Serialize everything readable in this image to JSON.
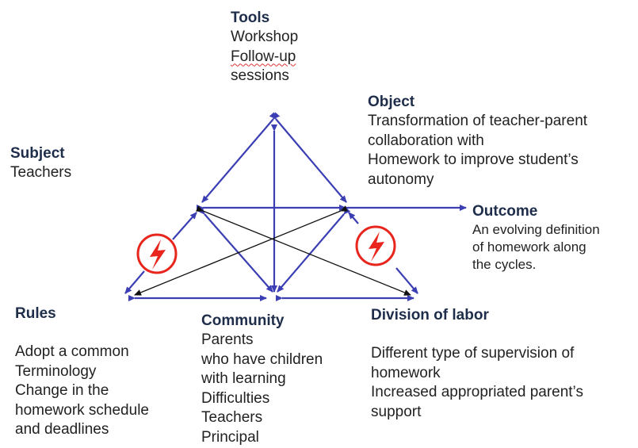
{
  "colors": {
    "arrow_blue": "#3b3fb3",
    "arrow_black": "#111111",
    "tension_red": "#e8261e"
  },
  "icons": {
    "tension": "lightning-bolt-icon"
  },
  "nodes": {
    "tools": {
      "title": "Tools",
      "lines": [
        "Workshop",
        "Follow-up",
        "sessions"
      ]
    },
    "object": {
      "title": "Object",
      "lines": [
        "Transformation of teacher-parent",
        "collaboration with",
        "Homework to improve student’s",
        "autonomy"
      ]
    },
    "subject": {
      "title": "Subject",
      "lines": [
        "Teachers"
      ]
    },
    "outcome": {
      "title": "Outcome",
      "lines": [
        "An evolving definition",
        "of homework along",
        "the cycles."
      ]
    },
    "rules": {
      "title": "Rules",
      "lines": [
        "Adopt a common",
        "Terminology",
        "Change in the",
        "homework schedule",
        "and deadlines"
      ]
    },
    "community": {
      "title": "Community",
      "lines": [
        "Parents",
        "who have children",
        "with learning",
        "Difficulties",
        "Teachers",
        "Principal"
      ]
    },
    "division": {
      "title": "Division of labor",
      "lines": [
        "Different type of supervision of",
        "homework",
        "Increased appropriated parent’s",
        "support"
      ]
    }
  }
}
